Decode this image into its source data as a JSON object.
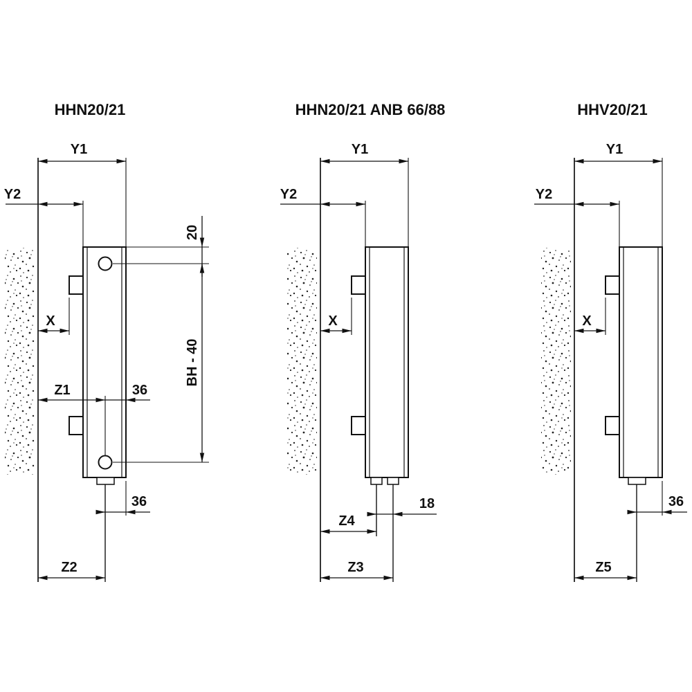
{
  "page": {
    "background": "#ffffff",
    "ink": "#111111"
  },
  "diagrams": {
    "left": {
      "title": "HHN20/21",
      "labels": {
        "y1": "Y1",
        "y2": "Y2",
        "x": "X",
        "top_pipe_offset": "20",
        "pipe_span": "BH - 40",
        "z1": "Z1",
        "pipe_to_front_mid": "36",
        "pipe_to_front_bottom": "36",
        "z2": "Z2"
      }
    },
    "middle": {
      "title": "HHN20/21 ANB 66/88",
      "labels": {
        "y1": "Y1",
        "y2": "Y2",
        "x": "X",
        "z4": "Z4",
        "pipe_spacing": "18",
        "z3": "Z3"
      }
    },
    "right": {
      "title": "HHV20/21",
      "labels": {
        "y1": "Y1",
        "y2": "Y2",
        "x": "X",
        "pipe_to_front": "36",
        "z5": "Z5"
      }
    }
  }
}
